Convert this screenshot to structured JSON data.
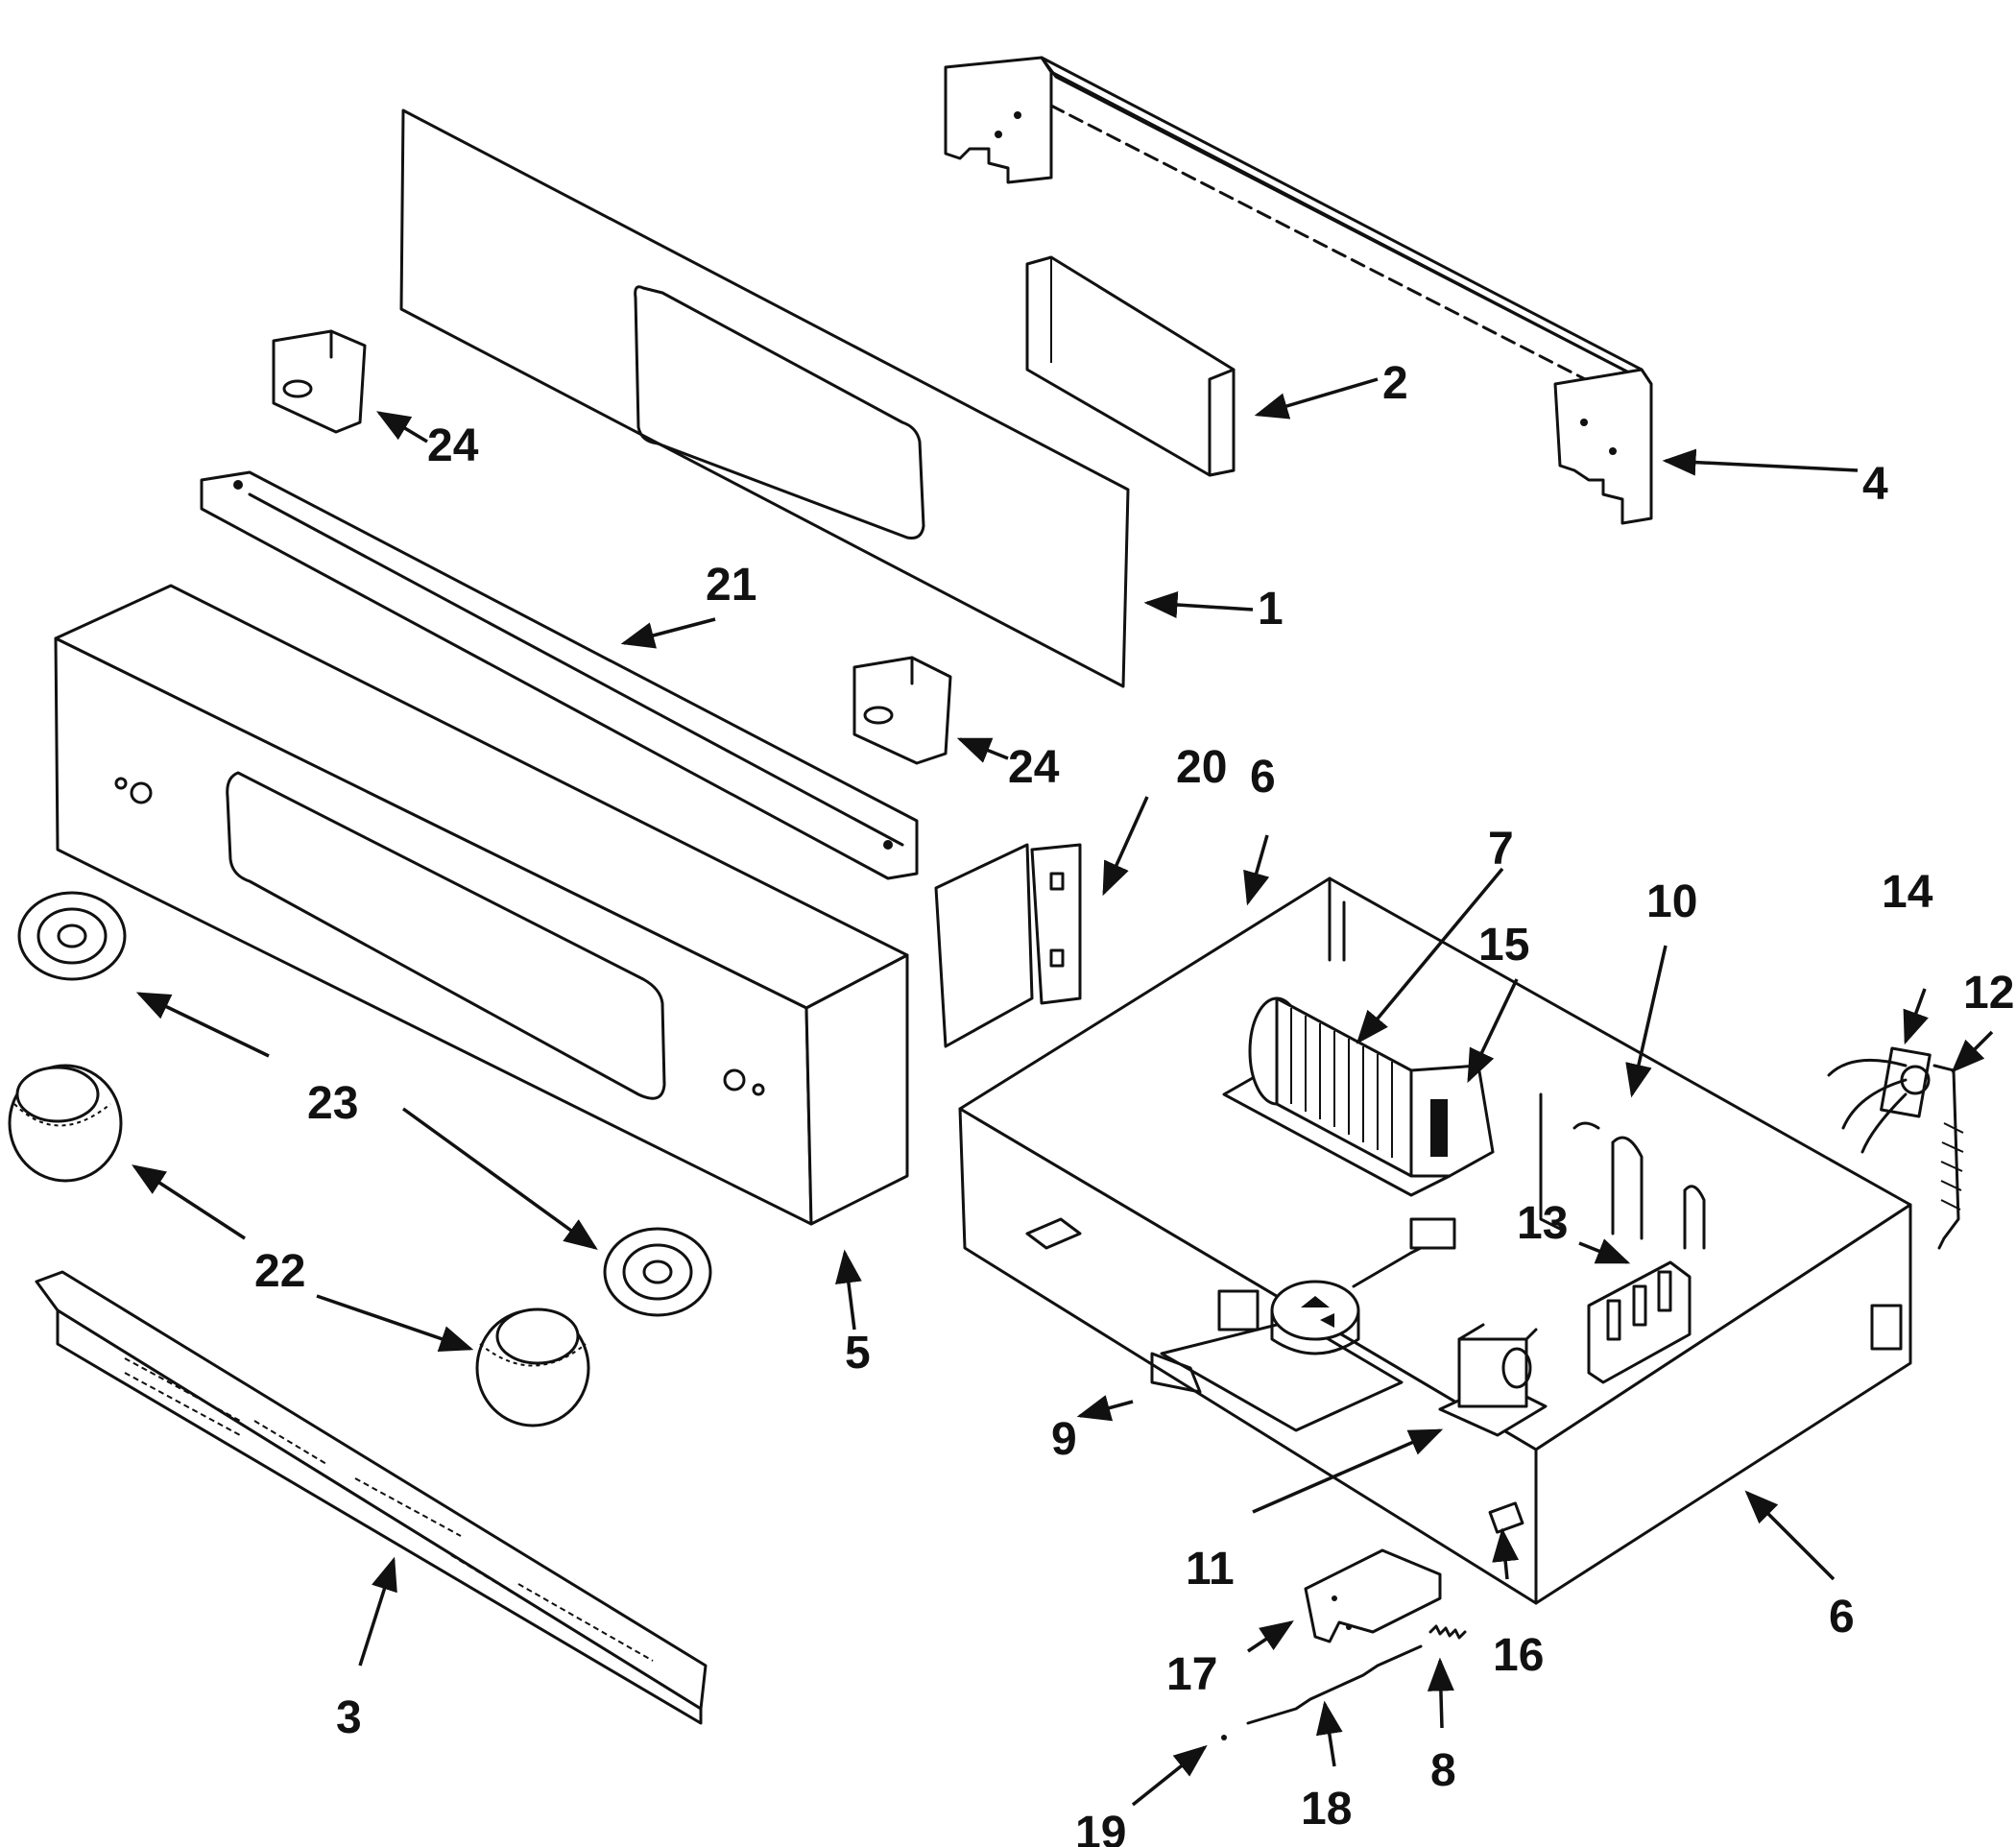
{
  "diagram": {
    "callouts": [
      {
        "id": "c1",
        "label": "1"
      },
      {
        "id": "c2",
        "label": "2"
      },
      {
        "id": "c3",
        "label": "3"
      },
      {
        "id": "c4",
        "label": "4"
      },
      {
        "id": "c5",
        "label": "5"
      },
      {
        "id": "c6a",
        "label": "6"
      },
      {
        "id": "c6b",
        "label": "6"
      },
      {
        "id": "c7",
        "label": "7"
      },
      {
        "id": "c8",
        "label": "8"
      },
      {
        "id": "c9",
        "label": "9"
      },
      {
        "id": "c10",
        "label": "10"
      },
      {
        "id": "c11",
        "label": "11"
      },
      {
        "id": "c12",
        "label": "12"
      },
      {
        "id": "c13",
        "label": "13"
      },
      {
        "id": "c14",
        "label": "14"
      },
      {
        "id": "c15",
        "label": "15"
      },
      {
        "id": "c16",
        "label": "16"
      },
      {
        "id": "c17",
        "label": "17"
      },
      {
        "id": "c18",
        "label": "18"
      },
      {
        "id": "c19",
        "label": "19"
      },
      {
        "id": "c20",
        "label": "20"
      },
      {
        "id": "c21",
        "label": "21"
      },
      {
        "id": "c22",
        "label": "22"
      },
      {
        "id": "c23",
        "label": "23"
      },
      {
        "id": "c24a",
        "label": "24"
      },
      {
        "id": "c24b",
        "label": "24"
      }
    ]
  }
}
